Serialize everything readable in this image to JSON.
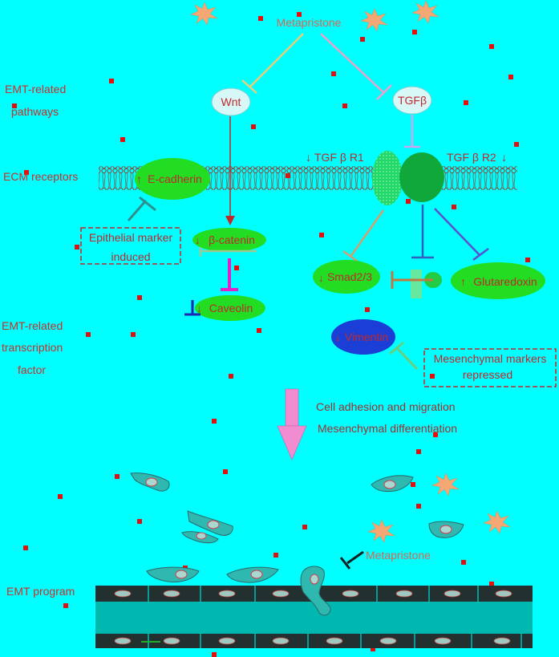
{
  "drug": {
    "top_label": "Metapristone",
    "bottom_label": "Metapristone"
  },
  "sidebar": {
    "emt_pathways": "EMT-related pathways",
    "ecm_receptors": "ECM receptors",
    "emt_tf": "EMT-related transcription factor",
    "emt_program": "EMT program"
  },
  "nodes": {
    "wnt": "Wnt",
    "tgfb": "TGFβ",
    "tgfbr1": "TGF β R1",
    "tgfbr2": "TGF β R2",
    "ecadherin": "E-cadherin",
    "bcatenin": "β-catenin",
    "caveolin": "Caveolin",
    "smad": "Smad2/3",
    "glutaredoxin": "Glutaredoxin",
    "vimentin": "Vimentin"
  },
  "boxes": {
    "epithelial_line1": "Epithelial marker",
    "epithelial_line2": "induced",
    "mesenchymal_line1": "Mesenchymal markers",
    "mesenchymal_line2": "repressed"
  },
  "outcome": {
    "line1": "Cell adhesion and migration",
    "line2": "Mesenchymal differentiation"
  },
  "colors": {
    "background": "#00ffff",
    "node_green": "#22dd22",
    "vimentin_blue": "#1b3fd6",
    "text_red": "#c0282c",
    "arrow_pink": "#f08ccf"
  }
}
